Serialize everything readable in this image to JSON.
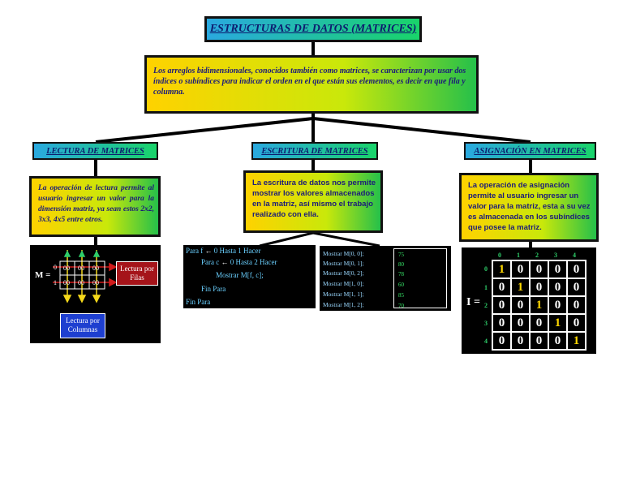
{
  "title": "ESTRUCTURAS DE DATOS (MATRICES)",
  "intro": "Los arreglos bidimensionales, conocidos también como matrices, se caracterizan por usar dos índices o subíndices para indicar el orden en el que están sus elementos, es decir en que fila y columna.",
  "lectura": {
    "heading": "LECTURA DE MATRICES",
    "text": "La operación de lectura permite al usuario ingresar un valor para la dimensión matriz, ya sean estos 2x2, 3x3, 4x5 entre otros.",
    "m_label": "M =",
    "cells": [
      "00",
      "00",
      "00",
      "00",
      "00",
      "00"
    ],
    "row_idx": [
      "0",
      "1"
    ],
    "filas_label": "Lectura por Filas",
    "columnas_label": "Lectura por Columnas"
  },
  "escritura": {
    "heading": "ESCRITURA DE MATRICES",
    "text": "La escritura de datos nos permite mostrar los valores almacenados en la matriz, así mismo el trabajo realizado con ella.",
    "code": [
      {
        "pre": "Para f ",
        "arrow": "←",
        "post": " 0 Hasta 1 Hacer"
      },
      {
        "pre": "Para c ",
        "arrow": "←",
        "post": " 0 Hasta 2 Hacer"
      },
      {
        "pre": "Mostrar ",
        "arrow": "",
        "post": "M[f, c];"
      },
      {
        "pre": "Fin Para",
        "arrow": "",
        "post": ""
      },
      {
        "pre": "Fin Para",
        "arrow": "",
        "post": ""
      }
    ],
    "mostrar": [
      "Mostrar M[0, 0];",
      "Mostrar M[0, 1];",
      "Mostrar M[0, 2];",
      "Mostrar M[1, 0];",
      "Mostrar M[1, 1];",
      "Mostrar M[1, 2];"
    ],
    "outputs": [
      "75",
      "80",
      "78",
      "60",
      "85",
      "70"
    ]
  },
  "asignacion": {
    "heading": "ASIGNACIÓN EN MATRICES",
    "text": "La operación de asignación permite al usuario ingresar un valor para la matriz, esta a su vez es almacenada en los subíndices que posee la matriz.",
    "i_label": "I =",
    "col_idx": [
      "0",
      "1",
      "2",
      "3",
      "4"
    ],
    "row_idx": [
      "0",
      "1",
      "2",
      "3",
      "4"
    ],
    "matrix": [
      [
        "1",
        "0",
        "0",
        "0",
        "0"
      ],
      [
        "0",
        "1",
        "0",
        "0",
        "0"
      ],
      [
        "0",
        "0",
        "1",
        "0",
        "0"
      ],
      [
        "0",
        "0",
        "0",
        "1",
        "0"
      ],
      [
        "0",
        "0",
        "0",
        "0",
        "1"
      ]
    ]
  },
  "colors": {
    "gradient_blue": "#2aa9e0",
    "gradient_green": "#19d46a",
    "gradient_yellow": "#ffd200",
    "text_navy": "#1b1b7a",
    "highlight_one": "#ffd800",
    "filas_box": "#a5141a",
    "columnas_box": "#1e3fd0"
  }
}
